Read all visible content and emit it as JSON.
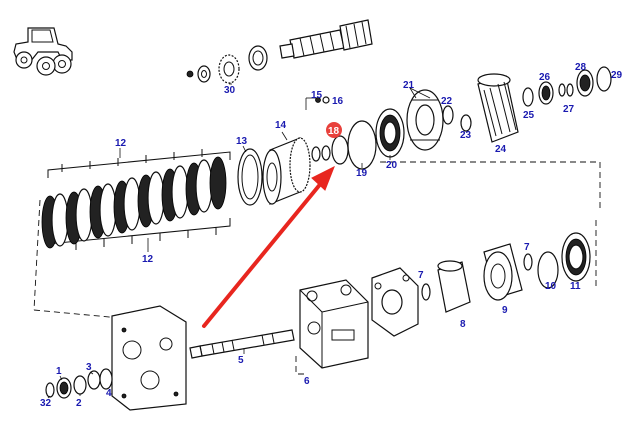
{
  "diagram": {
    "labels": {
      "l1": "1",
      "l2": "2",
      "l3": "3",
      "l4": "4",
      "l5": "5",
      "l6": "6",
      "l7a": "7",
      "l7b": "7",
      "l8": "8",
      "l9": "9",
      "l10": "10",
      "l11": "11",
      "l12a": "12",
      "l12b": "12",
      "l13": "13",
      "l14": "14",
      "l15": "15",
      "l16": "16",
      "l18": "18",
      "l19": "19",
      "l20": "20",
      "l21": "21",
      "l22": "22",
      "l23": "23",
      "l24": "24",
      "l25": "25",
      "l26": "26",
      "l27": "27",
      "l28": "28",
      "l29": "29",
      "l30": "30",
      "l32": "32"
    },
    "highlighted_part": "18",
    "colors": {
      "label": "#1a1ab0",
      "highlight_badge": "#e8413c",
      "arrow": "#e8261f",
      "line": "#111111"
    },
    "icons": {
      "tractor": "tractor-icon"
    }
  }
}
